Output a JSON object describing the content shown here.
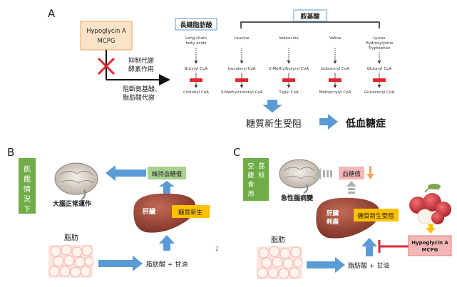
{
  "panel_a": {
    "letter": "A",
    "compound_line1": "Hypoglycin A",
    "compound_line2": "MCPG",
    "inhibit_line1": "抑制代謝",
    "inhibit_line2": "酵素作用",
    "block_line1": "阻斷氨基酸、",
    "block_line2": "脂肪酸代謝",
    "header_fatty": "長鏈脂肪酸",
    "header_amino": "胺基酸",
    "columns": [
      {
        "top_line1": "Long chain",
        "top_line2": "fatty acids",
        "top_line3": "",
        "mid": "Butyryl CoA",
        "bottom": "Crotonyl CoA"
      },
      {
        "top_line1": "Leucine",
        "top_line2": "",
        "top_line3": "",
        "mid": "Isovaleryl CoA",
        "bottom": "3-Methylcrotonyl CoA"
      },
      {
        "top_line1": "Isoleucine",
        "top_line2": "",
        "top_line3": "",
        "mid": "2-Methylbutyryl CoA",
        "bottom": "Tiglyl CoA"
      },
      {
        "top_line1": "Valine",
        "top_line2": "",
        "top_line3": "",
        "mid": "Isobutyryl CoA",
        "bottom": "Methacrylyl CoA"
      },
      {
        "top_line1": "Lysine",
        "top_line2": "Hydroxylysine",
        "top_line3": "Tryptophan",
        "mid": "Glutaryl CoA",
        "bottom": "Glutaconyl CoA"
      }
    ],
    "result_text": "糖質新生受阻",
    "final_text": "低血糖症"
  },
  "panel_b": {
    "letter": "B",
    "side_label": [
      "飢",
      "餓",
      "情",
      "況",
      "下"
    ],
    "maintain_label": "維持血糖值",
    "brain_label": "大腦正常運作",
    "liver_label": "肝臟",
    "gluco_label": "糖質新生",
    "fat_label": "脂肪",
    "fa_label": "脂肪酸 + 甘油",
    "page_mark": "2"
  },
  "panel_c": {
    "letter": "C",
    "side_label_line1": [
      "空",
      "腹",
      "食",
      "用"
    ],
    "side_label_line2": [
      "荔",
      "枝"
    ],
    "glucose_label": "血糖值",
    "brain_label": "急性腦病變",
    "liver_label_line1": "肝臟",
    "liver_label_line2": "耗盡",
    "gluco_label": "糖質新生受阻",
    "fat_label": "脂肪",
    "fa_label": "脂肪酸 + 甘油",
    "compound_line1": "Hypoglycin A",
    "compound_line2": "MCPG"
  },
  "colors": {
    "compound_fill": "#fbe3c8",
    "compound_stroke": "#e8a45a",
    "blue_arrow": "#5b9bd5",
    "red_bar": "#e0282e",
    "green_side": "#70ad47",
    "green_box": "#a9d18e",
    "yellow_box": "#ffc000",
    "pink_box": "#f4b6b6",
    "orange_arrow": "#f4a460",
    "liver": "#9b4a3a"
  }
}
